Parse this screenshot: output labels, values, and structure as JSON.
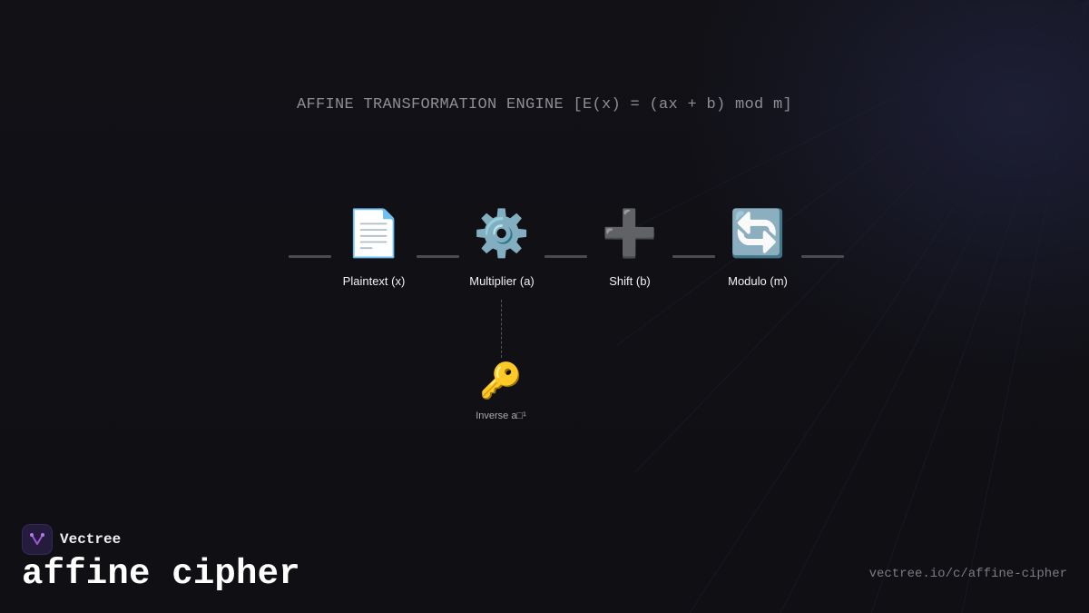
{
  "subtitle": "AFFINE TRANSFORMATION ENGINE [E(x) = (ax + b) mod m]",
  "pipeline": [
    {
      "icon": "📄",
      "icon_name": "document-icon",
      "label": "Plaintext (x)"
    },
    {
      "icon": "⚙️",
      "icon_name": "gear-icon",
      "label": "Multiplier (a)"
    },
    {
      "icon": "➕",
      "icon_name": "plus-icon",
      "label": "Shift (b)"
    },
    {
      "icon": "🔄",
      "icon_name": "cycle-arrows-icon",
      "label": "Modulo (m)"
    }
  ],
  "inverse": {
    "icon": "🔑",
    "icon_name": "key-icon",
    "label": "Inverse a□¹"
  },
  "brand": {
    "name": "Vectree",
    "logo_icon": "vectree-logo-icon",
    "accent": "#9b59d6"
  },
  "title": "affine cipher",
  "url": "vectree.io/c/affine-cipher"
}
